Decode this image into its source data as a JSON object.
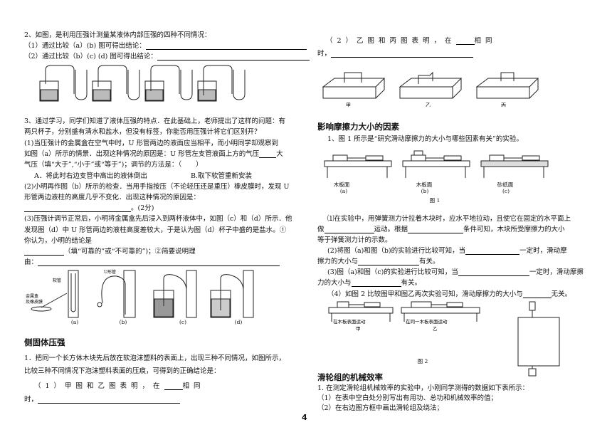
{
  "page_number": "4",
  "left": {
    "q2": {
      "intro": "2、如图，是利用压强计测量某液体内部压强的四种不同情况：",
      "l1": "（1）通过比较（a）(b) 图可得出结论：",
      "l2": "（2）通过比较（b）(c) (d) 图可得出结论："
    },
    "q3": {
      "l1": "3、通过学习，同学们知道了液体压强的特点．在此基础上，老师提出了这样的问题：有",
      "l2": "两只杯子，分别盛有清水和盐水，但没有标签，你能否用压强计将它们区别开？",
      "l3": "(1)当压强计的金属盒在空气中时，U 形管两边的液面应当相平，而小明同学却观察到",
      "l4a": "如图（a）所示的情景．出现这种情况的原因是：U 形管左支管液面上方的气压",
      "l4b": "大",
      "l5": "气压（填“大于”,“小于”或“等于”)；调节的方法是：（",
      "l5b": "）",
      "optA": "A．将此时右边支管中高出的液体倒出",
      "optB": "B.取下软管重新安装",
      "l6": "(2)小明再作图（b）所示的检查．当用手指按压（不论轻压还是重压）橡皮膜时，发现 U",
      "l7": "形管两边液柱的高度几乎不变化．出现这种情况的原因是：",
      "l8": "。(2分)",
      "l9": "(3)压强计调节正常后，小明将金属盒先后浸入到两杯液体中，如图（c）和（d）所示．他",
      "l10": "发现图（d）中 U 形管两边的液柱高度差较大，于是认为图（d）杯子中盛的是盐水。①",
      "l11": "你认为，小明的结论是",
      "l12": "（填“可靠的”或“不可靠的”)；②简要说明理",
      "l13": "由：",
      "fig_labels": {
        "jin": "金属盒",
        "xj": "及橡皮膜",
        "rg": "软管",
        "ux": "U形管"
      },
      "caps": [
        "(a)",
        "(b)",
        "(c)",
        "(d)"
      ]
    },
    "solid": {
      "heading": "侧固体压强",
      "l1": "1．把同一个长方体木块先后放在软泡沫塑料的表面上，出现三种不同情况，如图所示，",
      "l2": "比较三种不同情况下泡沫塑料表面的压痕，可得到的正确结论是：",
      "l3a": "（1）甲图和乙图表明，在",
      "l3b": "相同",
      "l4": "时，"
    }
  },
  "right": {
    "top": {
      "l1a": "（2）乙图和丙图表明，在",
      "l1b": "相同",
      "l2": "时，"
    },
    "fig_solid_caps": [
      "甲",
      "乙",
      "丙"
    ],
    "friction": {
      "heading": "影响摩擦力大小的因素",
      "l1": "1、图 1 所示是“研究滑动摩擦力的大小与哪些因素有关”的实验。",
      "surfaces": [
        "木板面",
        "木板面",
        "砂纸面"
      ],
      "caps": [
        "(a)",
        "(b)",
        "(c)"
      ],
      "fig1": "图 1",
      "p1": "⑴在实验中，用弹簧测力计拉着木块时，应水平地拉动，且使它在固定的水平面上",
      "p2a": "做",
      "p2b": "运动。根据",
      "p2c": "条件可知，木块所受摩擦力的大小",
      "p3": "等于弹簧测力计的示数。",
      "p4a": "(2)将图（a)和图（b)的实验进行比较可知，当",
      "p4b": "一定时，滑动摩",
      "p5a": "擦力的大小与",
      "p5b": "有关。",
      "p6a": "(3)图（a)和图（c)的实验进行比较可知，当",
      "p6b": "一定时，滑动摩擦",
      "p7a": "力的大小与",
      "p7b": "有关。",
      "p8a": "（4）如图 2 比较图甲和图乙两次实验可知，滑动摩擦力的大小与",
      "p8b": "无关。",
      "fig2_labels": [
        "在木板表面运动",
        "在同一木板表面运动"
      ],
      "fig2_sub": [
        "甲",
        "乙"
      ],
      "fig2": "图 2"
    },
    "pulley": {
      "heading": "滑轮组的机械效率",
      "l1": "1. 在测定滑轮组机械效率的实验中，小刚同学测得的数据如下表所示：",
      "l2": "（1）在表中空白处分别写出有用功、总功和机械效率的值；",
      "l3": "（2）在右边图方框中画出滑轮组及绕法；"
    }
  }
}
